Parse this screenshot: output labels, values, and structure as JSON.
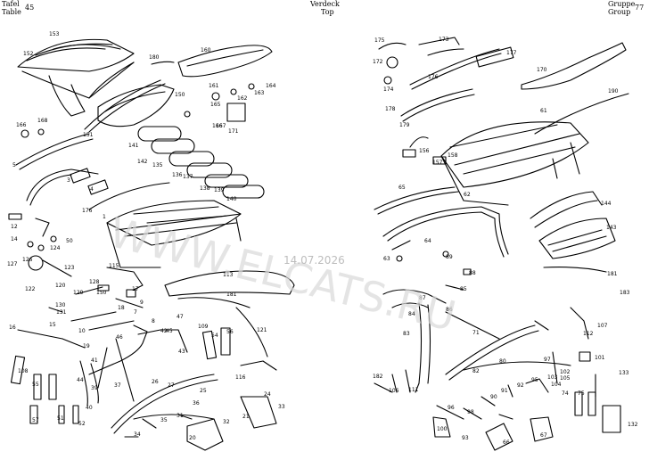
{
  "header": {
    "left_line1": "Tafel",
    "left_line2": "Table",
    "table_number": "45",
    "center_line1": "Verdeck",
    "center_line2": "Top",
    "right_line1": "Gruppe",
    "right_line2": "Group",
    "group_number": "77"
  },
  "watermark": {
    "text": "WWW.ELCATS.RU",
    "date": "14.07.2026"
  },
  "callouts_left": [
    "153",
    "152",
    "180",
    "160",
    "165",
    "161",
    "162",
    "163",
    "164",
    "150",
    "166",
    "168",
    "151",
    "166",
    "167",
    "171",
    "141",
    "142",
    "135",
    "136",
    "137",
    "138",
    "139",
    "140",
    "5",
    "3",
    "4",
    "176",
    "12",
    "14",
    "124",
    "50",
    "127",
    "126",
    "123",
    "122",
    "120",
    "115",
    "128",
    "129",
    "150",
    "17",
    "130",
    "131",
    "113",
    "181",
    "16",
    "15",
    "10",
    "19",
    "18",
    "7",
    "9",
    "8",
    "47",
    "45",
    "42",
    "43",
    "109",
    "54",
    "56",
    "121",
    "116",
    "108",
    "55",
    "57",
    "51",
    "52",
    "46",
    "41",
    "40",
    "44",
    "39",
    "37",
    "26",
    "27",
    "25",
    "35",
    "34",
    "31",
    "36",
    "24",
    "21",
    "32",
    "33",
    "20",
    "1"
  ],
  "callouts_right": [
    "175",
    "173",
    "172",
    "174",
    "176",
    "177",
    "170",
    "190",
    "178",
    "179",
    "61",
    "156",
    "157",
    "158",
    "65",
    "62",
    "144",
    "143",
    "63",
    "64",
    "89",
    "88",
    "181",
    "183",
    "85",
    "87",
    "84",
    "86",
    "83",
    "71",
    "112",
    "107",
    "80",
    "82",
    "90",
    "91",
    "92",
    "95",
    "103",
    "104",
    "105",
    "101",
    "133",
    "182",
    "106",
    "111",
    "96",
    "97",
    "93",
    "98",
    "100",
    "66",
    "67",
    "74",
    "75",
    "102",
    "132"
  ]
}
